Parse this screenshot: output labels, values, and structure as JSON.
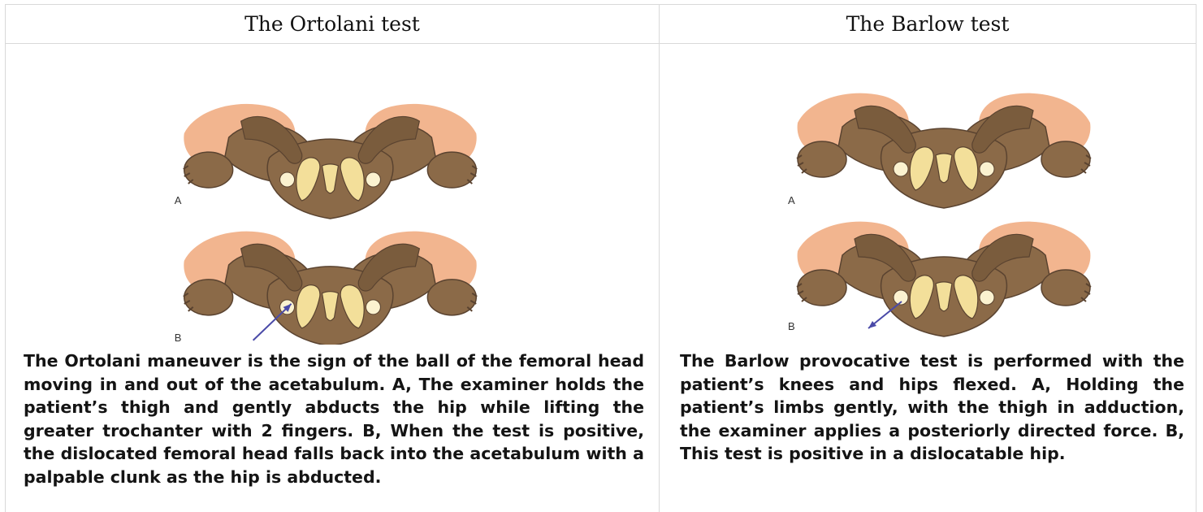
{
  "left": {
    "title": "The Ortolani test",
    "panel_a": "A",
    "panel_b": "B",
    "caption": "The Ortolani maneuver is the sign of the ball of the femoral head moving in and out of the acetabulum. A, The examiner holds the patient’s thigh and gently abducts the hip while lifting the greater trochanter with 2 fingers. B, When the test is positive, the dislocated femoral head falls back into the acetabulum with a palpable clunk as the hip is abducted."
  },
  "right": {
    "title": "The Barlow test",
    "panel_a": "A",
    "panel_b": "B",
    "caption": "The Barlow provocative test is performed with the patient’s knees and hips flexed. A, Holding the patient’s limbs gently, with the thigh in adduction, the examiner applies a posteriorly directed force. B, This test is positive in a dislocatable hip."
  },
  "colors": {
    "skin_hand": "#f2b58f",
    "infant_skin": "#8b6a48",
    "bone": "#f3df9a",
    "arrow": "#4a4aa8",
    "grid_line": "#d9d9d9"
  }
}
